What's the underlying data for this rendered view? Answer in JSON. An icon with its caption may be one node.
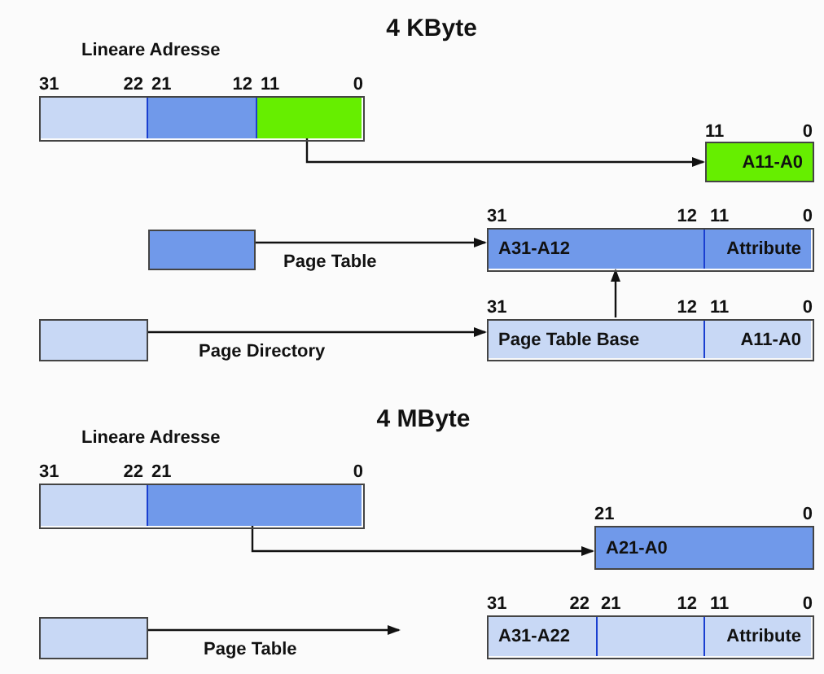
{
  "diagram": {
    "nodes": [
      {
        "text": [],
        "shape": "bar"
      },
      {
        "text": [],
        "shape": "box",
        "in": 0
      },
      {
        "text": [],
        "shape": "box",
        "in": 0
      },
      {
        "text": [],
        "shape": "box",
        "in": 0
      },
      {
        "text": [
          "A11-A0"
        ]
      },
      {
        "text": [],
        "shape": "box"
      },
      {
        "text": [],
        "shape": "bar"
      },
      {
        "text": [
          "A31-A12"
        ],
        "in": 6
      },
      {
        "text": [
          "Attribute"
        ],
        "in": 6
      },
      {
        "text": [],
        "shape": "box"
      },
      {
        "text": [],
        "shape": "bar"
      },
      {
        "text": [
          "Page Table Base"
        ],
        "in": 10
      },
      {
        "text": [
          "A11-A0"
        ],
        "in": 10
      },
      {
        "text": [],
        "shape": "bar"
      },
      {
        "text": [],
        "shape": "box",
        "in": 13
      },
      {
        "text": [],
        "shape": "box",
        "in": 13
      },
      {
        "text": [
          "A21-A0"
        ]
      },
      {
        "text": [],
        "shape": "box"
      },
      {
        "text": [],
        "shape": "bar"
      },
      {
        "text": [
          "A31-A22"
        ],
        "in": 18
      },
      {
        "text": [],
        "shape": "box",
        "in": 18
      },
      {
        "text": [
          "Attribute"
        ],
        "in": 18
      }
    ],
    "edges": [
      {
        "from": 3,
        "to": 4,
        "arrow": "to"
      },
      {
        "from": 5,
        "to": 6,
        "arrow": "to",
        "label": "Page Table"
      },
      {
        "from": 9,
        "to": 10,
        "arrow": "to",
        "label": "Page Directory"
      },
      {
        "from": 11,
        "to": 7,
        "arrow": "to"
      },
      {
        "from": 15,
        "to": 16,
        "arrow": "to"
      },
      {
        "from": 17,
        "to": null,
        "arrow": "to",
        "label": "Page Table"
      }
    ],
    "labels": [
      "4 KByte",
      "Lineare Adresse",
      "31",
      "22",
      "21",
      "12",
      "11",
      "0",
      "11",
      "0",
      "31",
      "12",
      "11",
      "0",
      "31",
      "12",
      "11",
      "0",
      "4 MByte",
      "Lineare Adresse",
      "31",
      "22",
      "21",
      "0",
      "21",
      "0",
      "31",
      "22",
      "21",
      "12",
      "11",
      "0"
    ]
  }
}
